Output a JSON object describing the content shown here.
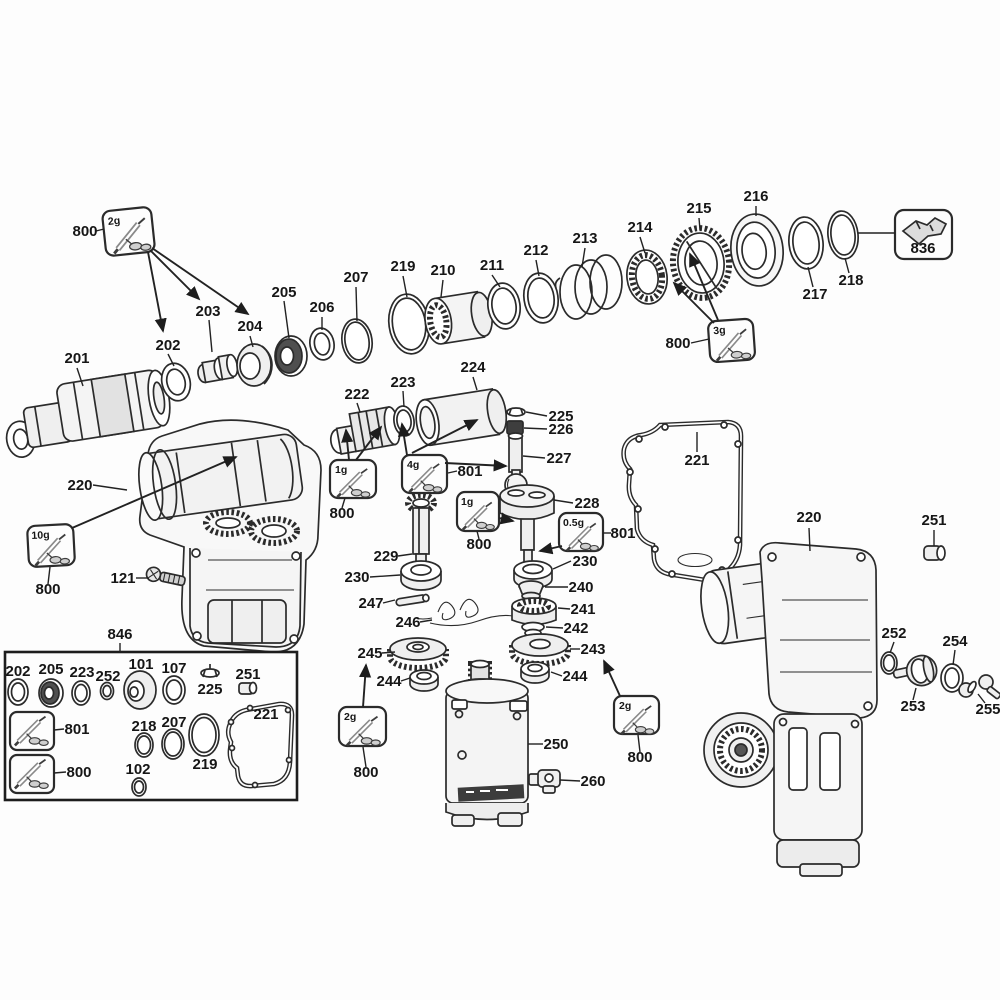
{
  "diagram": {
    "kind": "exploded-parts-diagram",
    "background": "#fdfdfd",
    "line_color": "#2b2b2b"
  },
  "labels": {
    "101": "101",
    "102": "102",
    "107": "107",
    "121": "121",
    "201": "201",
    "202": "202",
    "203": "203",
    "204": "204",
    "205": "205",
    "206": "206",
    "207": "207",
    "210": "210",
    "211": "211",
    "212": "212",
    "213": "213",
    "214": "214",
    "215": "215",
    "216": "216",
    "217": "217",
    "218": "218",
    "219": "219",
    "220": "220",
    "221": "221",
    "222": "222",
    "223": "223",
    "224": "224",
    "225": "225",
    "226": "226",
    "227": "227",
    "228": "228",
    "229": "229",
    "230": "230",
    "240": "240",
    "241": "241",
    "242": "242",
    "243": "243",
    "244": "244",
    "245": "245",
    "246": "246",
    "247": "247",
    "250": "250",
    "251": "251",
    "252": "252",
    "253": "253",
    "254": "254",
    "255": "255",
    "260": "260",
    "800": "800",
    "801": "801",
    "836": "836",
    "846": "846"
  },
  "grease": {
    "g1": "1g",
    "g2": "2g",
    "g3": "3g",
    "g4": "4g",
    "g05": "0.5g",
    "g10": "10g"
  },
  "kit_846_contents": [
    "202",
    "205",
    "223",
    "252",
    "101",
    "107",
    "225",
    "251",
    "801",
    "800",
    "218",
    "207",
    "219",
    "221",
    "102"
  ]
}
